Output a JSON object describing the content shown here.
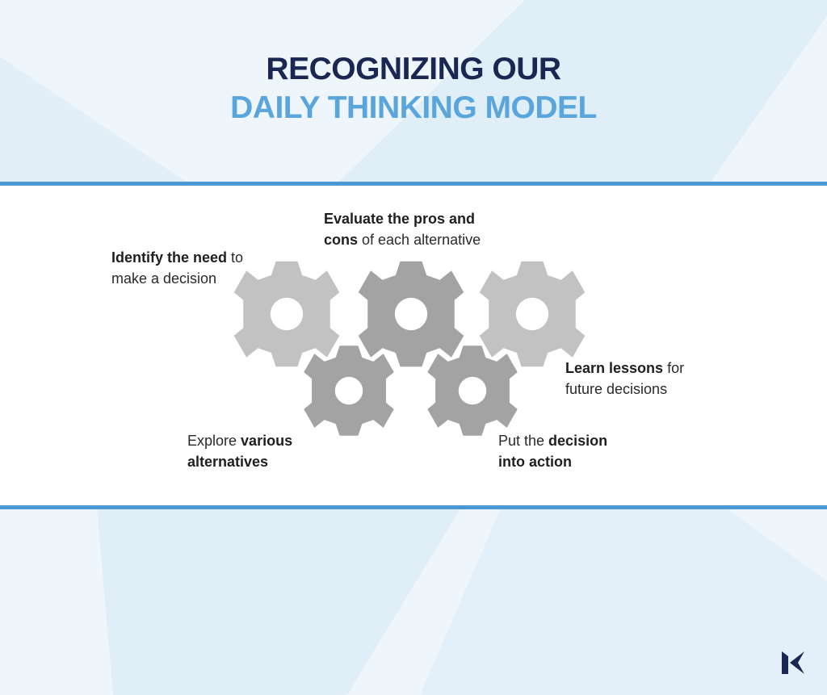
{
  "title": {
    "line1": "RECOGNIZING OUR",
    "line2": "DAILY THINKING MODEL"
  },
  "steps": [
    {
      "id": "identify",
      "bold": "Identify the need",
      "rest": " to",
      "line2": "make a decision"
    },
    {
      "id": "evaluate",
      "bold": "Evaluate the pros and",
      "bold2": "cons",
      "rest2": " of each alternative"
    },
    {
      "id": "explore",
      "pre": "Explore ",
      "bold": "various",
      "bold2": "alternatives"
    },
    {
      "id": "action",
      "pre": "Put the ",
      "bold": "decision",
      "bold2": "into action"
    },
    {
      "id": "learn",
      "bold": "Learn lessons",
      "rest": " for",
      "line2": "future decisions"
    }
  ],
  "colors": {
    "title_dark": "#1a2752",
    "title_accent": "#5aa5dc",
    "band_border": "#4a98d5",
    "gear_light": "#c2c2c2",
    "gear_dark": "#a3a3a3",
    "logo": "#1a2752"
  },
  "icons": {
    "gear": "gear-icon",
    "logo": "k-logo-icon"
  }
}
